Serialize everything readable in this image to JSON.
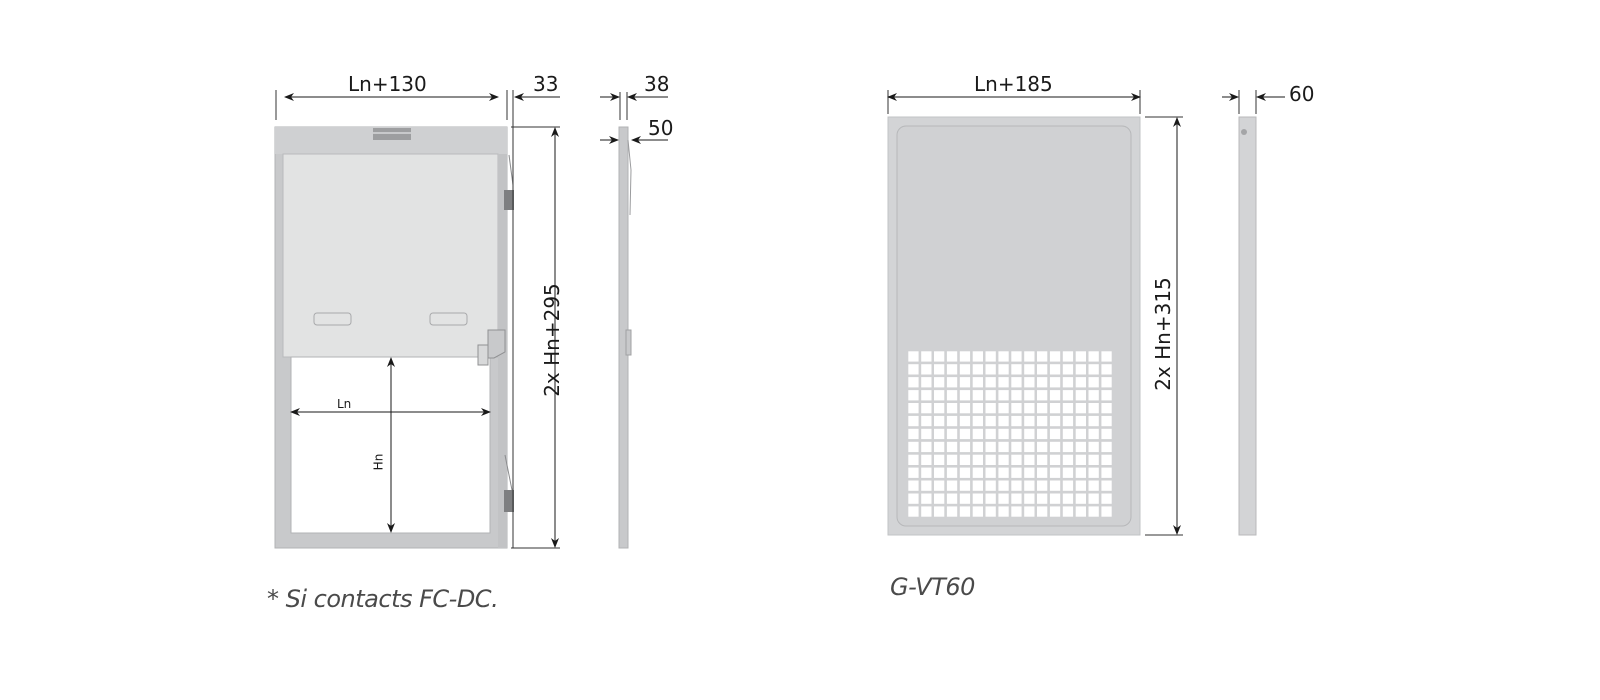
{
  "drawing_left": {
    "name": "door-frame-with-contacts",
    "width_dim": "Ln+130",
    "side_offset_dim": "33",
    "height_dim": "2x Hn+295",
    "inner_width_label": "Ln",
    "inner_height_label": "Hn",
    "caption": "* Si contacts FC-DC."
  },
  "profile_left": {
    "name": "side-profile-left",
    "top_dim": "38",
    "second_dim": "50"
  },
  "drawing_right": {
    "name": "grille-panel",
    "width_dim": "Ln+185",
    "height_dim": "2x Hn+315",
    "grid_columns": 16,
    "grid_rows": 13,
    "caption": "G-VT60"
  },
  "profile_right": {
    "name": "side-profile-right",
    "top_dim": "60"
  },
  "colors": {
    "frame_gray": "#c8c9cb",
    "panel_light": "#e2e3e3",
    "panel_mid": "#d3d4d6",
    "line": "#1a1a1a",
    "caption": "#4a4a4a"
  }
}
